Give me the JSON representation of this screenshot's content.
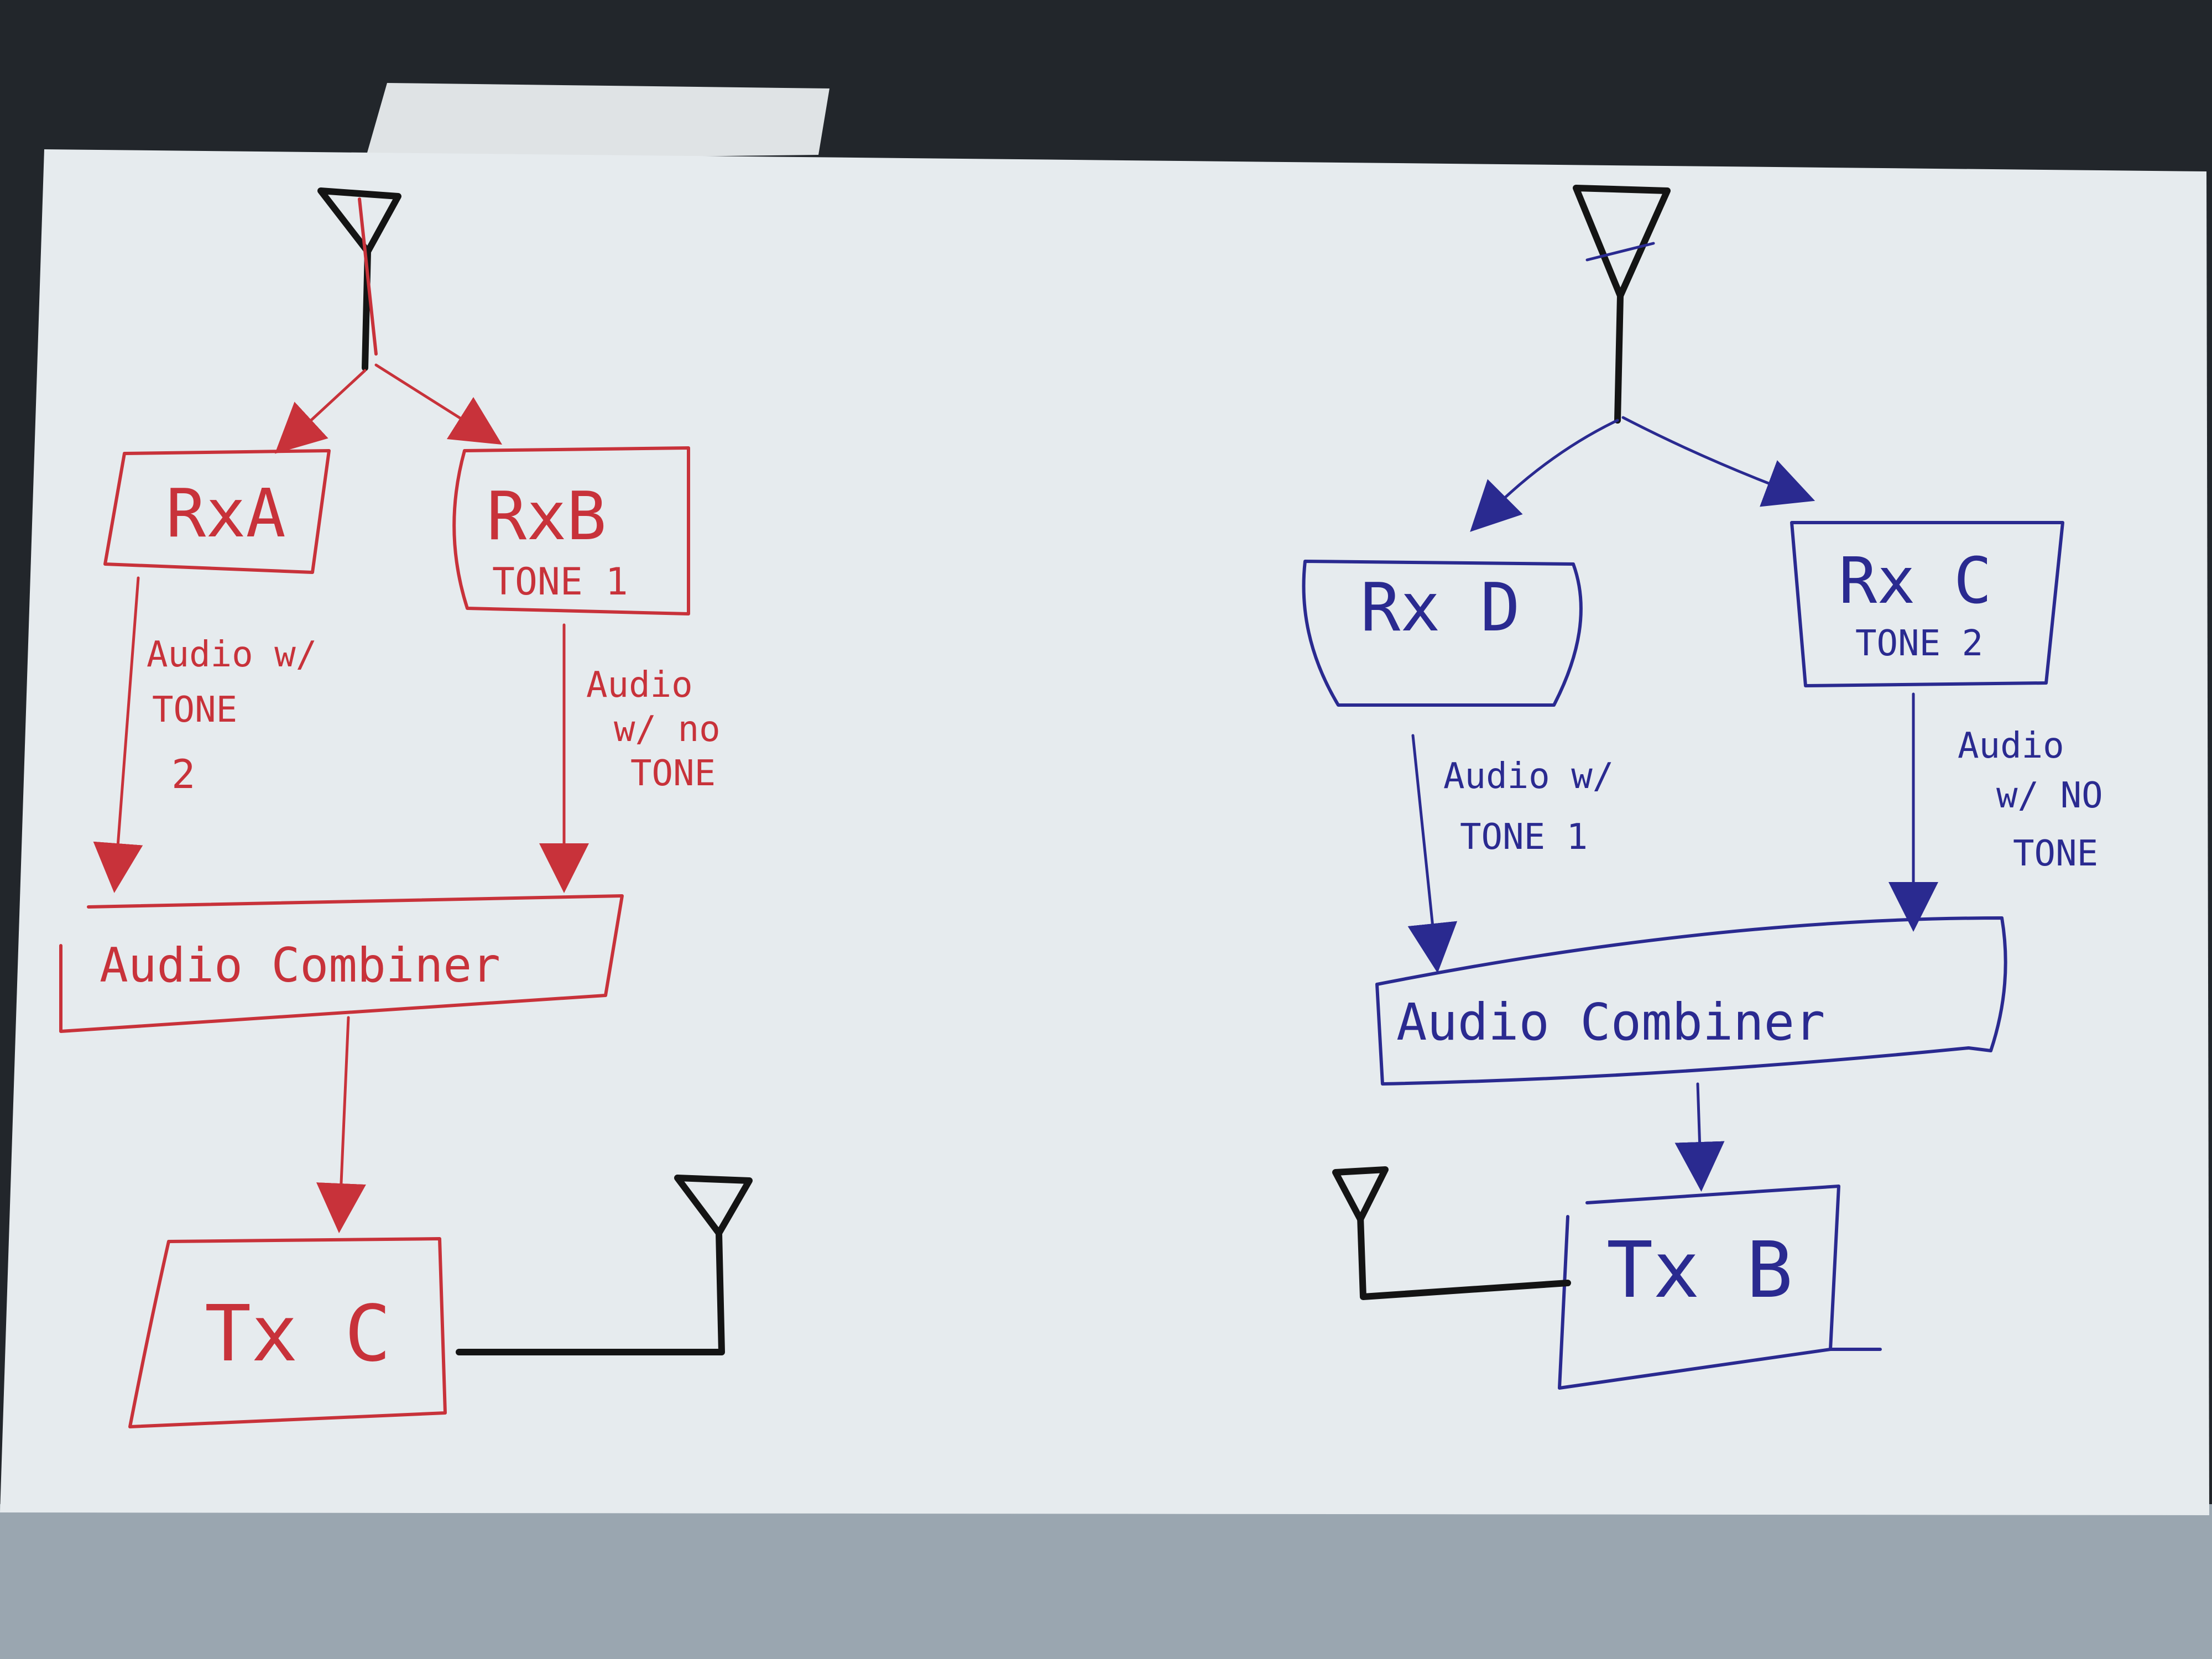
{
  "colors": {
    "background": "#22262b",
    "tablecloth": "#9aa6b0",
    "paper": "#e6ebee",
    "red_ink": "#c8323a",
    "blue_ink": "#2a2a90",
    "black_ink": "#141414"
  },
  "left": {
    "rx_a": {
      "label": "RxA"
    },
    "rx_b": {
      "label": "RxB",
      "tone": "TONE 1"
    },
    "audio_a": [
      "Audio w/",
      "TONE",
      "2"
    ],
    "audio_b": [
      "Audio",
      "w/ no",
      "TONE"
    ],
    "combiner": {
      "label": "Audio Combiner"
    },
    "tx": {
      "label": "Tx C"
    }
  },
  "right": {
    "rx_d": {
      "label": "Rx D"
    },
    "rx_c": {
      "label": "Rx C",
      "tone": "TONE 2"
    },
    "audio_d": [
      "Audio w/",
      "TONE 1"
    ],
    "audio_c": [
      "Audio",
      "w/ NO",
      "TONE"
    ],
    "combiner": {
      "label": "Audio Combiner"
    },
    "tx": {
      "label": "Tx B"
    }
  }
}
